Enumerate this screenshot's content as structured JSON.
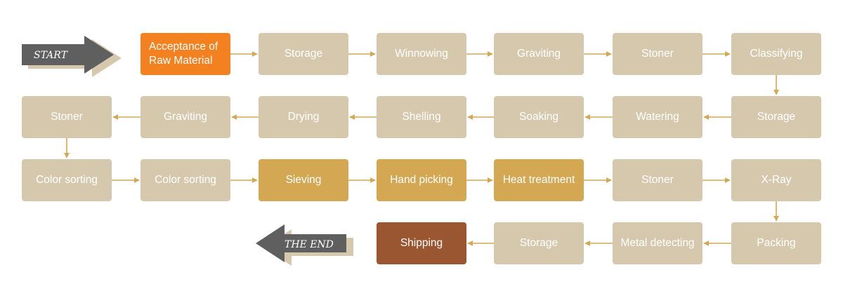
{
  "start_label": "START",
  "end_label": "THE END",
  "colors": {
    "default": "#d6c8ad",
    "start": "#f4811f",
    "gold": "#d4a853",
    "shipping": "#9a5631",
    "arrow": "#d4a853",
    "banner_dark": "#5f5f5f",
    "banner_light": "#d6c8ad"
  },
  "steps": [
    {
      "id": "acceptance",
      "label": "Acceptance of Raw Material",
      "color": "start"
    },
    {
      "id": "storage-1",
      "label": "Storage",
      "color": "default"
    },
    {
      "id": "winnowing",
      "label": "Winnowing",
      "color": "default"
    },
    {
      "id": "graviting-1",
      "label": "Graviting",
      "color": "default"
    },
    {
      "id": "stoner-1",
      "label": "Stoner",
      "color": "default"
    },
    {
      "id": "classifying",
      "label": "Classifying",
      "color": "default"
    },
    {
      "id": "storage-2",
      "label": "Storage",
      "color": "default"
    },
    {
      "id": "watering",
      "label": "Watering",
      "color": "default"
    },
    {
      "id": "soaking",
      "label": "Soaking",
      "color": "default"
    },
    {
      "id": "shelling",
      "label": "Shelling",
      "color": "default"
    },
    {
      "id": "drying",
      "label": "Drying",
      "color": "default"
    },
    {
      "id": "graviting-2",
      "label": "Graviting",
      "color": "default"
    },
    {
      "id": "stoner-2",
      "label": "Stoner",
      "color": "default"
    },
    {
      "id": "color-sorting-1",
      "label": "Color sorting",
      "color": "default"
    },
    {
      "id": "color-sorting-2",
      "label": "Color sorting",
      "color": "default"
    },
    {
      "id": "sieving",
      "label": "Sieving",
      "color": "gold"
    },
    {
      "id": "hand-picking",
      "label": "Hand picking",
      "color": "gold"
    },
    {
      "id": "heat-treatment",
      "label": "Heat treatment",
      "color": "gold"
    },
    {
      "id": "stoner-3",
      "label": "Stoner",
      "color": "default"
    },
    {
      "id": "x-ray",
      "label": "X-Ray",
      "color": "default"
    },
    {
      "id": "packing",
      "label": "Packing",
      "color": "default"
    },
    {
      "id": "metal-detecting",
      "label": "Metal detecting",
      "color": "default"
    },
    {
      "id": "storage-3",
      "label": "Storage",
      "color": "default"
    },
    {
      "id": "shipping",
      "label": "Shipping",
      "color": "shipping"
    }
  ]
}
